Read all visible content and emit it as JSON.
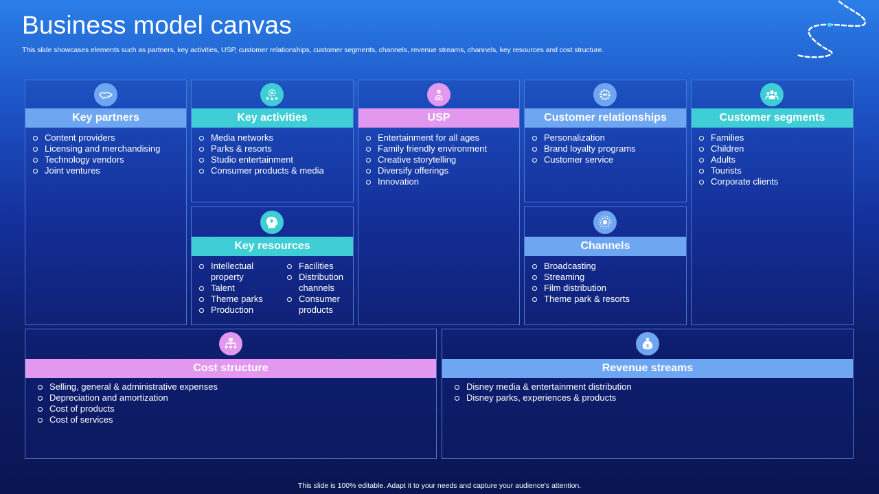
{
  "header": {
    "title": "Business model canvas",
    "subtitle": "This slide showcases elements such as partners, key activities, USP,  customer relationships, customer segments, channels, revenue streams, channels, key resources and cost structure."
  },
  "colors": {
    "blue_band": "#6fa6f2",
    "teal_band": "#3fcdd6",
    "pink_band": "#e298ee"
  },
  "sections": {
    "key_partners": {
      "title": "Key partners",
      "icon": "handshake-icon",
      "items": [
        "Content providers",
        "Licensing and merchandising",
        "Technology vendors",
        "Joint ventures"
      ]
    },
    "key_activities": {
      "title": "Key activities",
      "icon": "team-gear-icon",
      "items": [
        "Media networks",
        "Parks & resorts",
        "Studio entertainment",
        "Consumer products & media"
      ]
    },
    "usp": {
      "title": "USP",
      "icon": "usp-person-icon",
      "items": [
        "Entertainment for all ages",
        "Family friendly environment",
        "Creative  storytelling",
        "Diversify  offerings",
        "Innovation"
      ]
    },
    "customer_relationships": {
      "title": "Customer relationships",
      "icon": "gear-handshake-icon",
      "items": [
        "Personalization",
        "Brand loyalty programs",
        "Customer service"
      ]
    },
    "customer_segments": {
      "title": "Customer segments",
      "icon": "people-group-icon",
      "items": [
        "Families",
        "Children",
        "Adults",
        "Tourists",
        "Corporate  clients"
      ]
    },
    "key_resources": {
      "title": "Key resources",
      "icon": "head-gear-icon",
      "col1": [
        "Intellectual property",
        "Talent",
        "Theme  parks",
        "Production"
      ],
      "col2": [
        "Facilities",
        "Distribution channels",
        "Consumer products"
      ]
    },
    "channels": {
      "title": "Channels",
      "icon": "broadcast-icon",
      "items": [
        "Broadcasting",
        "Streaming",
        "Film distribution",
        "Theme  park & resorts"
      ]
    },
    "cost_structure": {
      "title": "Cost structure",
      "icon": "org-chart-icon",
      "items": [
        "Selling, general & administrative  expenses",
        "Depreciation  and amortization",
        "Cost of products",
        "Cost of services"
      ]
    },
    "revenue_streams": {
      "title": "Revenue streams",
      "icon": "money-bag-icon",
      "items": [
        "Disney media & entertainment distribution",
        "Disney parks, experiences & products"
      ]
    }
  },
  "footer": {
    "text": "This slide is 100% editable.  Adapt it to your needs and capture your audience's attention."
  }
}
